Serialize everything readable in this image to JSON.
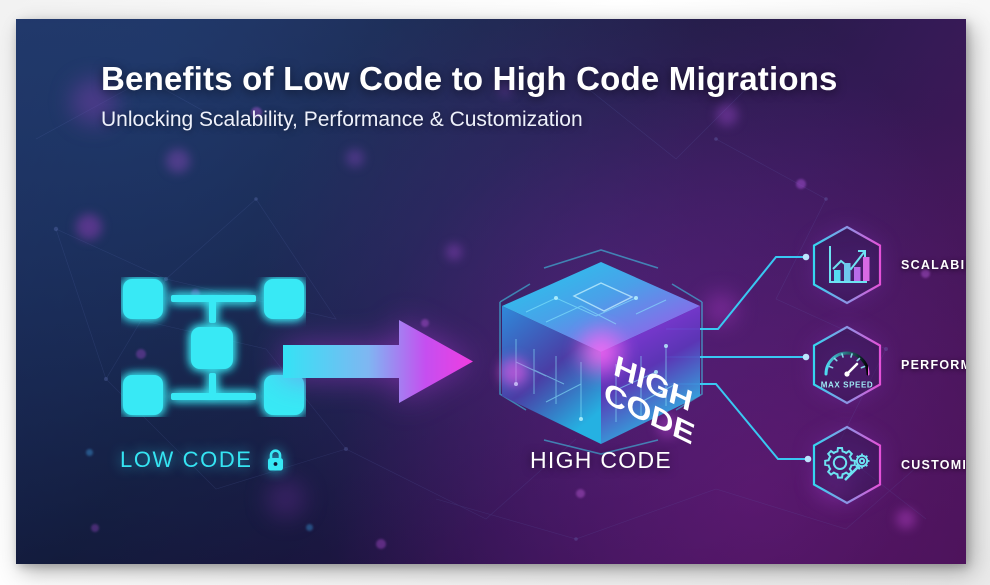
{
  "header": {
    "title": "Benefits of Low Code to High Code Migrations",
    "subtitle": "Unlocking Scalability, Performance & Customization"
  },
  "stages": {
    "source": {
      "label": "LOW CODE",
      "icon": "block-diagram-icon",
      "badge_icon": "lock-icon",
      "color": "#35e4f2"
    },
    "arrow": {
      "icon": "right-arrow-icon",
      "from_color": "#34e3f5",
      "to_color": "#e83cf0"
    },
    "target": {
      "label": "HIGH CODE",
      "cube_face_line1": "HIGH",
      "cube_face_line2": "CODE",
      "icon": "tech-cube-icon",
      "color": "#ffffff"
    }
  },
  "benefits": [
    {
      "label": "SCALABILITY",
      "icon": "bar-chart-growth-icon",
      "hex_from": "#35d6f0",
      "hex_to": "#e451d8"
    },
    {
      "label": "PERFORMANCE",
      "icon": "speedometer-icon",
      "gauge_caption": "MAX SPEED",
      "hex_from": "#35d6f0",
      "hex_to": "#e451d8"
    },
    {
      "label": "CUSTOMIZATION",
      "icon": "gears-wrench-icon",
      "hex_from": "#35d6f0",
      "hex_to": "#e451d8"
    }
  ],
  "theme": {
    "accent_cyan": "#35e4f2",
    "accent_magenta": "#e83cf0",
    "background_dark": "#141a3c",
    "background_purple": "#4a1258"
  }
}
